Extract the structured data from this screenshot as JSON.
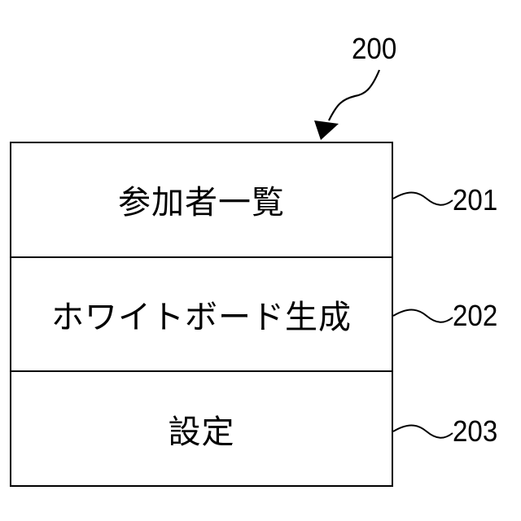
{
  "figure": {
    "reference_main": "200",
    "reference_items": [
      "201",
      "202",
      "203"
    ]
  },
  "menu": {
    "items": [
      {
        "label": "参加者一覧"
      },
      {
        "label": "ホワイトボード生成"
      },
      {
        "label": "設定"
      }
    ]
  }
}
